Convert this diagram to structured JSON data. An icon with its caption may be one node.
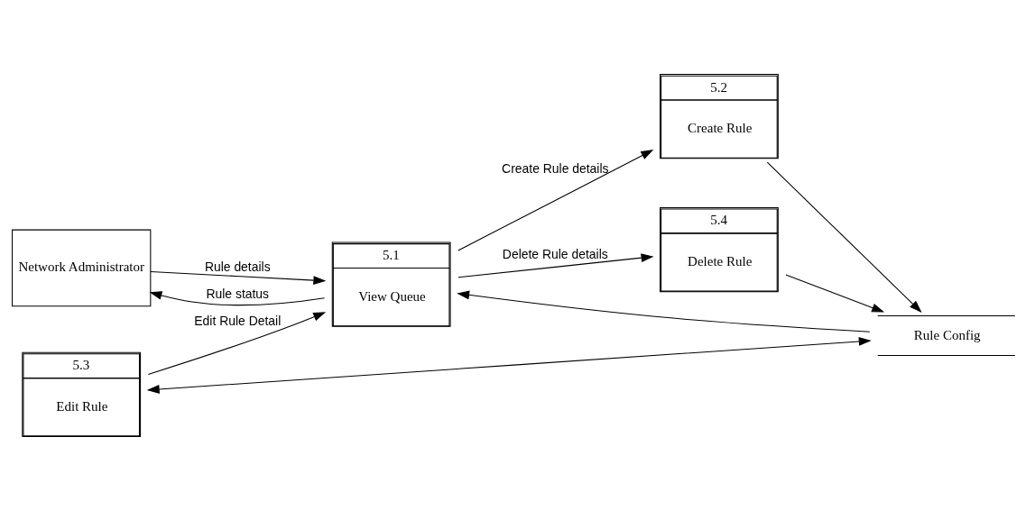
{
  "diagram": {
    "nodes": [
      {
        "text": [
          "Network Administrator"
        ]
      },
      {
        "text": [
          "5.1",
          "View Queue"
        ]
      },
      {
        "text": [
          "5.2",
          "Create Rule"
        ]
      },
      {
        "text": [
          "5.3",
          "Edit Rule"
        ]
      },
      {
        "text": [
          "5.4",
          "Delete Rule"
        ]
      },
      {
        "text": [
          "Rule Config"
        ]
      }
    ],
    "edges": [
      {
        "from": 0,
        "to": 1,
        "arrow": "to",
        "label": "Rule details"
      },
      {
        "from": 1,
        "to": 0,
        "arrow": "to",
        "label": "Rule status"
      },
      {
        "from": 1,
        "to": 2,
        "arrow": "to",
        "label": "Create Rule details"
      },
      {
        "from": 3,
        "to": 1,
        "arrow": "to",
        "label": "Edit Rule Detail"
      },
      {
        "from": 3,
        "to": 5,
        "arrow": "both"
      },
      {
        "from": 2,
        "to": 5,
        "arrow": "to"
      },
      {
        "from": 5,
        "to": 1,
        "arrow": "to"
      },
      {
        "from": 1,
        "to": 4,
        "arrow": "to",
        "label": "Delete Rule details"
      },
      {
        "from": 4,
        "to": 5,
        "arrow": "to"
      }
    ]
  }
}
